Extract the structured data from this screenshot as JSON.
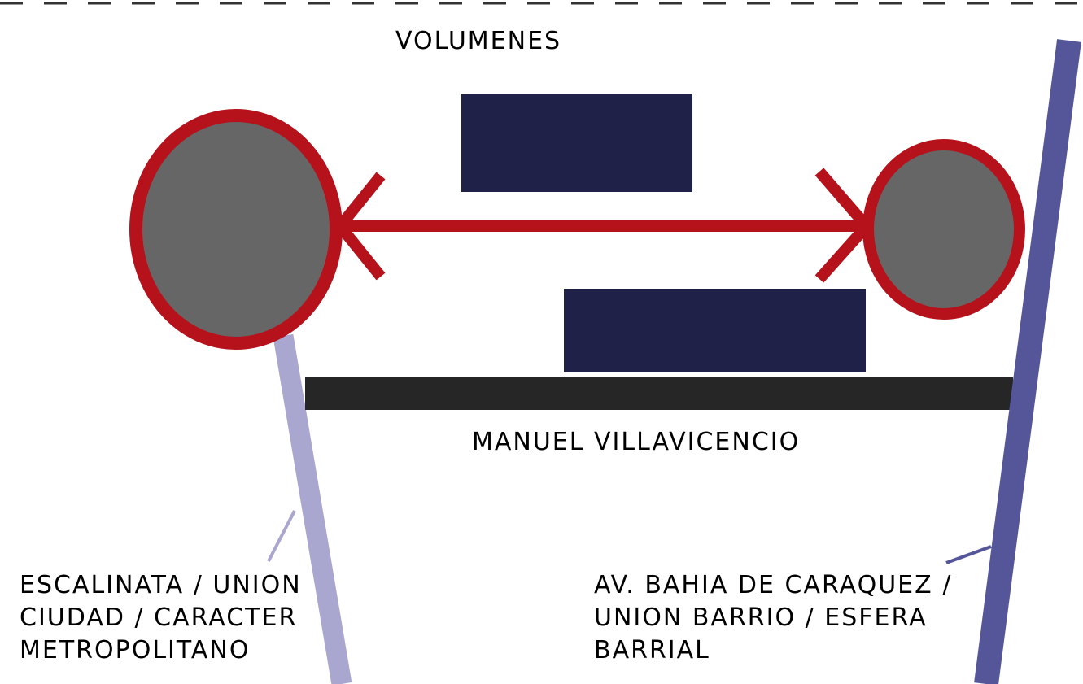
{
  "texts": {
    "volumenes": "VOLUMENES",
    "street_name": "MANUEL VILLAVICENCIO",
    "left_label": [
      "ESCALINATA / UNION",
      "CIUDAD / CARACTER",
      "METROPOLITANO"
    ],
    "right_label": [
      "AV. BAHIA DE CARAQUEZ /",
      "UNION BARRIO / ESFERA",
      "BARRIAL"
    ]
  },
  "colors": {
    "node_ring": "#b5121b",
    "node_fill": "#666666",
    "volume_block": "#1f2149",
    "street_bar": "#262626",
    "left_axis": "#a9a7cf",
    "right_axis": "#55569a",
    "dash_border": "#333333"
  }
}
